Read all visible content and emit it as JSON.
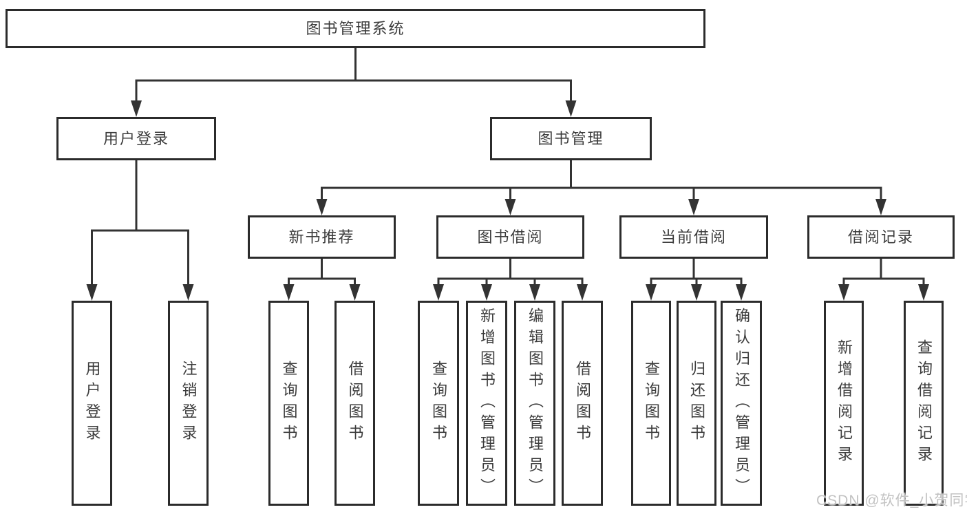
{
  "colors": {
    "box_border": "#2b2b2b",
    "connector": "#333333",
    "text": "#3c3c3c",
    "watermark_text": "#c2c2c2",
    "background": "#ffffff"
  },
  "diagram": {
    "root": "图书管理系统",
    "level2": {
      "user_login": "用户登录",
      "book_management": "图书管理"
    },
    "level3": {
      "new_book_recommend": "新书推荐",
      "book_borrowing": "图书借阅",
      "current_borrowing": "当前借阅",
      "borrowing_records": "借阅记录"
    },
    "leaves": {
      "user_login": [
        "用户登录",
        "注销登录"
      ],
      "new_book_recommend": [
        "查询图书",
        "借阅图书"
      ],
      "book_borrowing": [
        "查询图书",
        "新增图书（管理员）",
        "编辑图书（管理员）",
        "借阅图书"
      ],
      "current_borrowing": [
        "查询图书",
        "归还图书",
        "确认归还（管理员）"
      ],
      "borrowing_records": [
        "新增借阅记录",
        "查询借阅记录"
      ]
    }
  },
  "watermark": "CSDN @软件_小贺同学"
}
